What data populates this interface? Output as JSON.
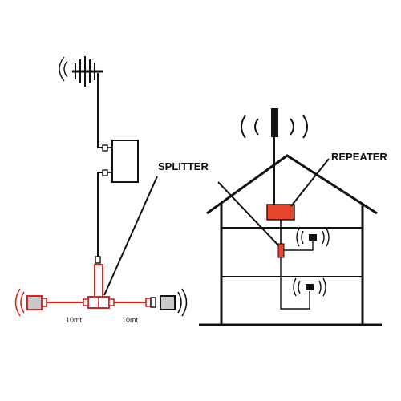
{
  "labels": {
    "splitter": "SPLITTER",
    "repeater": "REPEATER",
    "distance_left": "10mt",
    "distance_right": "10mt"
  },
  "colors": {
    "cable_red": "#e0231f",
    "repeater_fill": "#e8452c",
    "line": "#111111"
  },
  "icons": {
    "yagi_antenna": "yagi-antenna-icon",
    "roof_antenna": "rooftop-antenna-icon",
    "indoor_antenna": "indoor-antenna-icon"
  }
}
